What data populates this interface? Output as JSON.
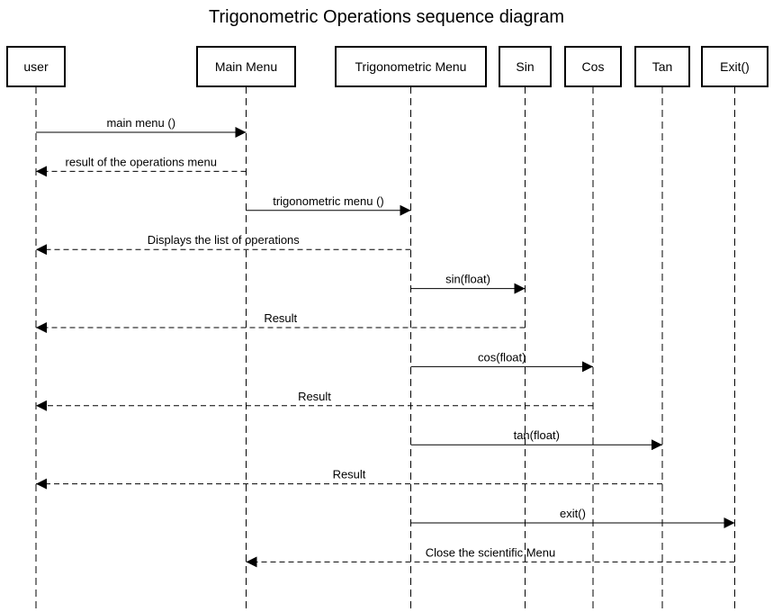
{
  "title": "Trigonometric Operations sequence diagram",
  "participants": [
    {
      "id": "user",
      "label": "user"
    },
    {
      "id": "main",
      "label": "Main Menu"
    },
    {
      "id": "trig",
      "label": "Trigonometric Menu"
    },
    {
      "id": "sin",
      "label": "Sin"
    },
    {
      "id": "cos",
      "label": "Cos"
    },
    {
      "id": "tan",
      "label": "Tan"
    },
    {
      "id": "exit",
      "label": "Exit()"
    }
  ],
  "messages": [
    {
      "from": "user",
      "to": "main",
      "label": "main menu ()",
      "style": "sync"
    },
    {
      "from": "main",
      "to": "user",
      "label": "result of the operations menu",
      "style": "return"
    },
    {
      "from": "main",
      "to": "trig",
      "label": "trigonometric menu ()",
      "style": "sync"
    },
    {
      "from": "trig",
      "to": "user",
      "label": "Displays the list of operations",
      "style": "return"
    },
    {
      "from": "trig",
      "to": "sin",
      "label": "sin(float)",
      "style": "sync"
    },
    {
      "from": "sin",
      "to": "user",
      "label": "Result",
      "style": "return"
    },
    {
      "from": "trig",
      "to": "cos",
      "label": "cos(float)",
      "style": "sync"
    },
    {
      "from": "cos",
      "to": "user",
      "label": "Result",
      "style": "return"
    },
    {
      "from": "trig",
      "to": "tan",
      "label": "tan(float)",
      "style": "sync"
    },
    {
      "from": "tan",
      "to": "user",
      "label": "Result",
      "style": "return"
    },
    {
      "from": "trig",
      "to": "exit",
      "label": "exit()",
      "style": "sync"
    },
    {
      "from": "exit",
      "to": "main",
      "label": "Close the scientific Menu",
      "style": "return"
    }
  ]
}
